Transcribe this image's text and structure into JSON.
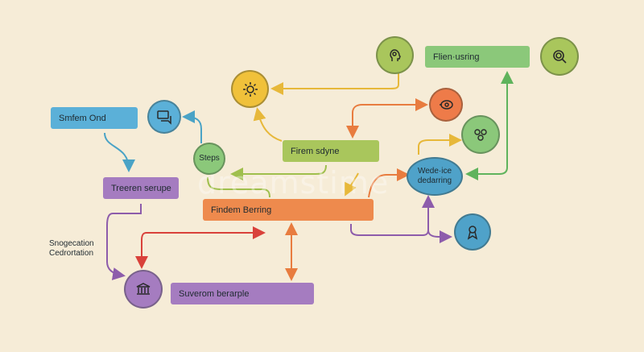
{
  "nodes": {
    "smfem_ond": "Smfem Ond",
    "treeren_serupe": "Treeren serupe",
    "steps": "Steps",
    "firem_sdyne": "Firem sdyne",
    "findem_berring": "Findem Berring",
    "flien_usring": "Flien·usring",
    "wedeice_dedarring_line1": "Wede·ice",
    "wedeice_dedarring_line2": "dedarring",
    "suverom_berarple": "Suverom berarple",
    "snogecation_line1": "Snogecation",
    "snogecation_line2": "Cedrortation"
  },
  "watermark": "dreamstime",
  "icons": {
    "gear_wrench": "gear-wrench-icon",
    "chat_screen": "chat-screen-icon",
    "head_profile": "head-profile-icon",
    "magnifier": "magnifier-icon",
    "eye_target": "eye-target-icon",
    "gears": "gears-icon",
    "award": "award-icon",
    "bank": "bank-icon"
  },
  "colors": {
    "background": "#f6ecd7",
    "blue": "#5bb0d8",
    "purple": "#a57cc0",
    "green": "#8bc87a",
    "olive": "#a9c65c",
    "orange": "#ee8a4d",
    "yellow": "#f0c13a",
    "red_orange": "#ee7b49",
    "teal": "#4fa2c9"
  }
}
